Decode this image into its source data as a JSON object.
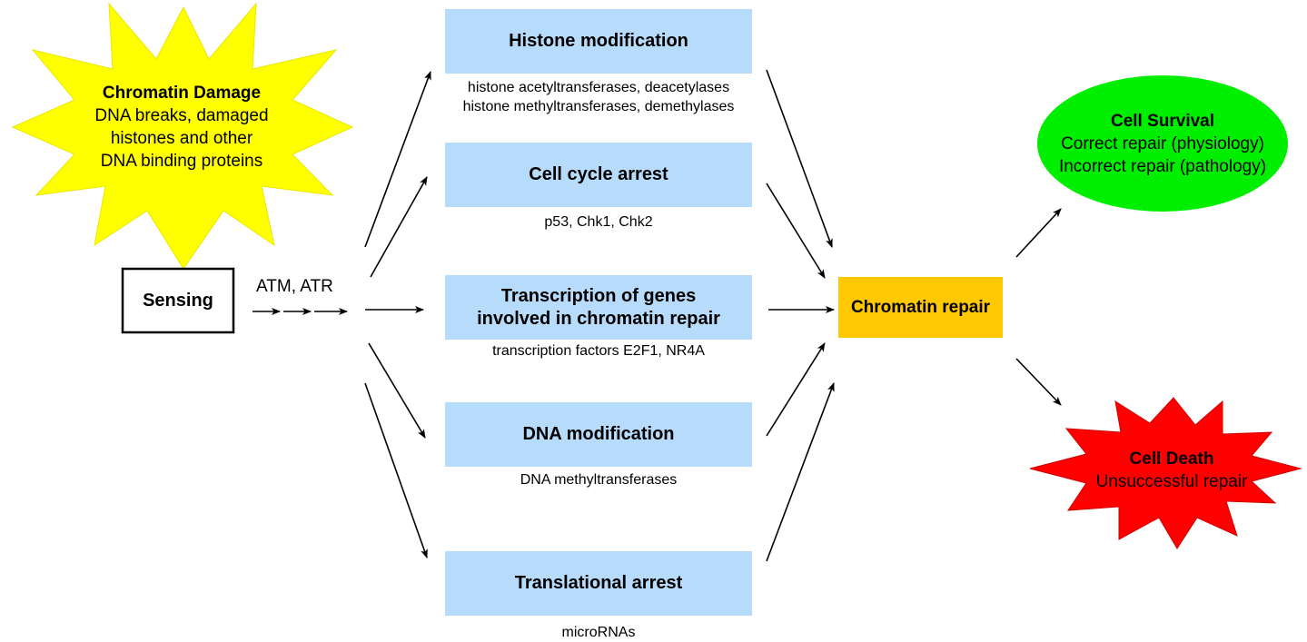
{
  "damage": {
    "title": "Chromatin Damage",
    "lines": [
      "DNA breaks, damaged",
      "histones and other",
      "DNA binding proteins"
    ],
    "color": "#ffff00"
  },
  "sensing": {
    "label": "Sensing"
  },
  "kinases": {
    "label": "ATM, ATR"
  },
  "processes": [
    {
      "label": "Histone modification",
      "note_lines": [
        "histone acetyltransferases, deacetylases",
        "histone methyltransferases, demethylases"
      ]
    },
    {
      "label": "Cell cycle arrest",
      "note_lines": [
        "p53, Chk1, Chk2"
      ]
    },
    {
      "label_lines": [
        "Transcription of genes",
        "involved in chromatin repair"
      ],
      "note_lines": [
        "transcription factors E2F1, NR4A"
      ]
    },
    {
      "label": "DNA modification",
      "note_lines": [
        "DNA methyltransferases"
      ]
    },
    {
      "label": "Translational arrest",
      "note_lines": [
        "microRNAs"
      ]
    }
  ],
  "process_color": "#b7dcfb",
  "repair": {
    "label": "Chromatin repair",
    "color": "#ffc800"
  },
  "survival": {
    "title": "Cell Survival",
    "lines": [
      "Correct repair (physiology)",
      "Incorrect repair (pathology)"
    ],
    "color": "#00ee00"
  },
  "death": {
    "title": "Cell Death",
    "lines": [
      "Unsuccessful repair"
    ],
    "color": "#ff0000"
  }
}
